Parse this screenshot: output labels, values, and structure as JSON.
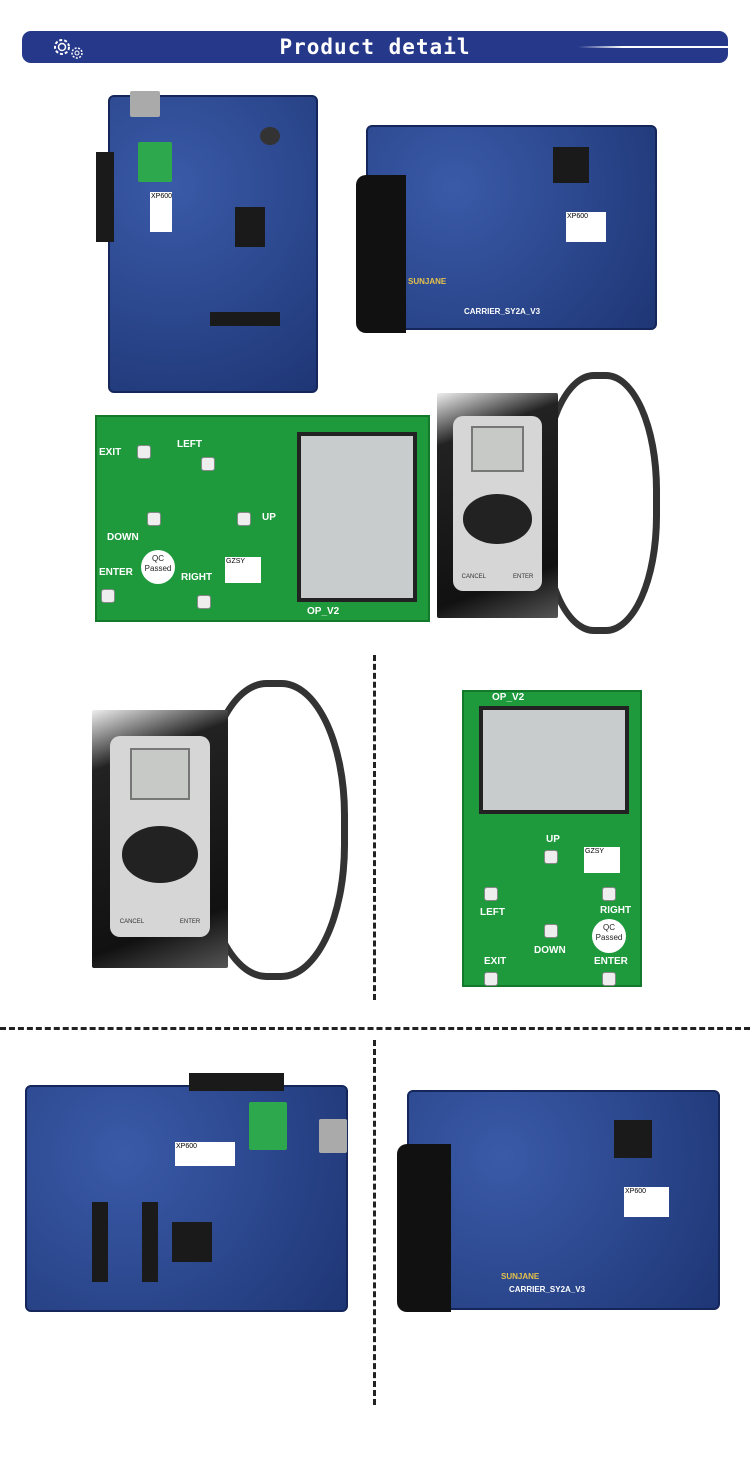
{
  "header": {
    "title": "Product detail",
    "icon": "gears-icon",
    "background": "#26388a"
  },
  "boards": {
    "carrier_label": "CARRIER_SY2A_V3",
    "brand": "SUNJANE",
    "sticker": "XP600",
    "op_label": "OP_V2",
    "buttons": {
      "up": "UP",
      "down": "DOWN",
      "left": "LEFT",
      "right": "RIGHT",
      "exit": "EXIT",
      "enter": "ENTER"
    },
    "qc": "QC Passed",
    "gzsy": "GZSY",
    "keypad": {
      "cancel": "CANCEL",
      "enter": "ENTER"
    }
  }
}
